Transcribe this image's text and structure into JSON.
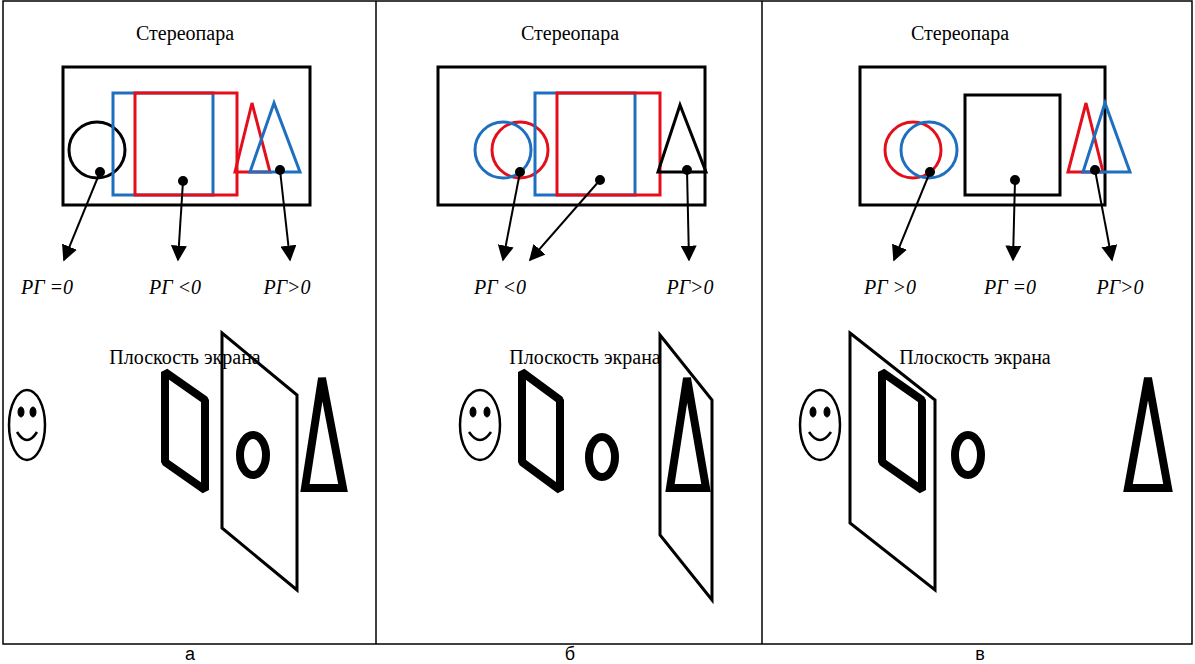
{
  "diagram": {
    "labels": [
      "Стереопара",
      "PГ =0",
      "PГ <0",
      "PГ>0",
      "Плоскость экрана",
      "а",
      "Стереопара",
      "PГ <0",
      "PГ>0",
      "Плоскость экрана",
      "б",
      "Стереопара",
      "PГ >0",
      "PГ =0",
      "PГ>0",
      "Плоскость экрана",
      "в"
    ]
  }
}
